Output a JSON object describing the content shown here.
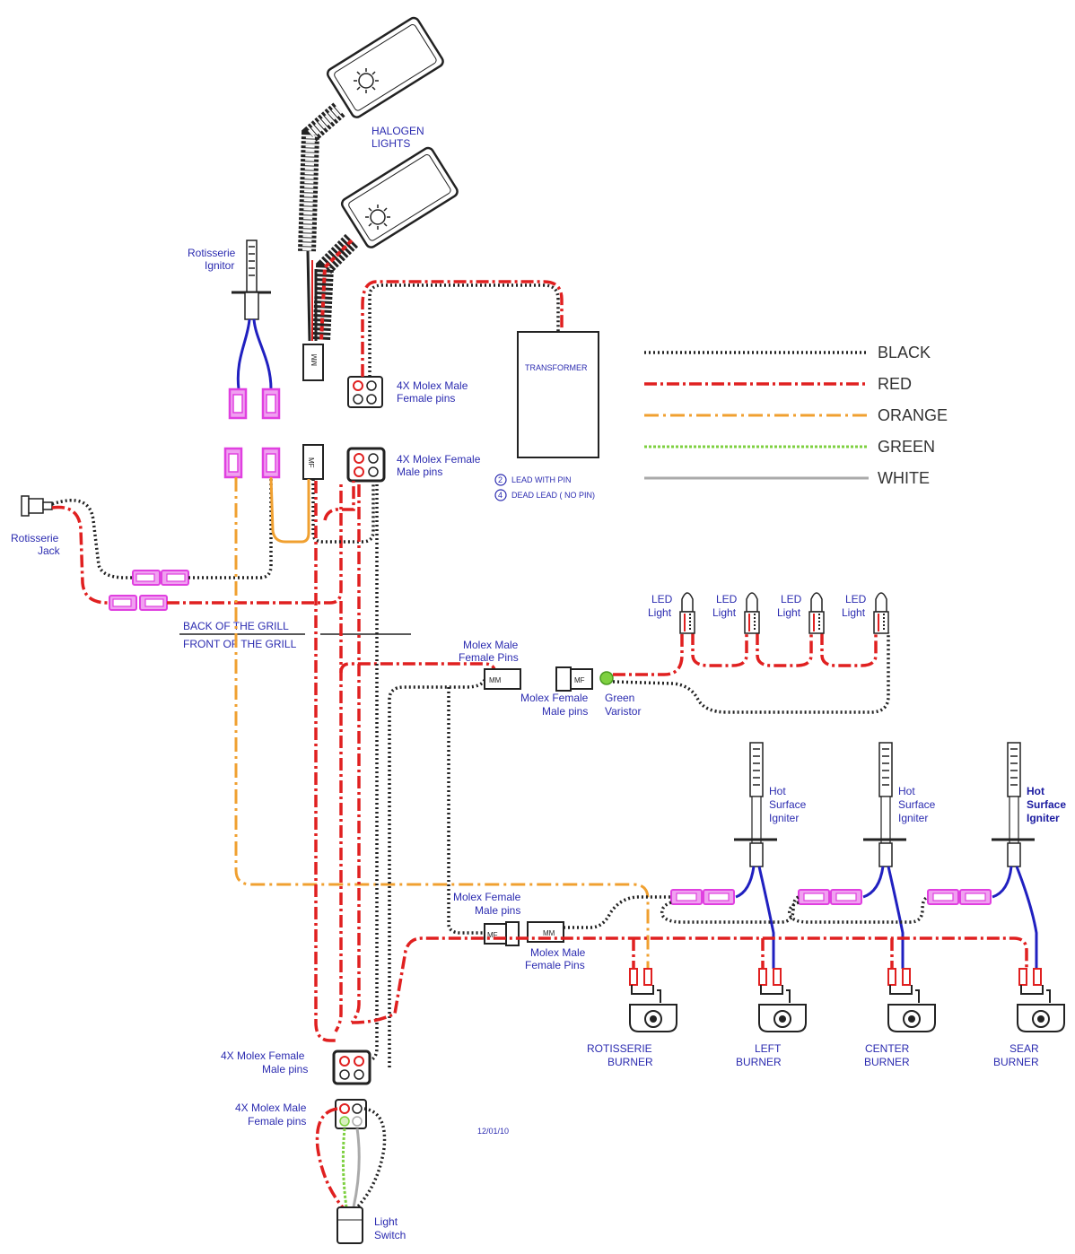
{
  "legend": {
    "black": "BLACK",
    "red": "RED",
    "orange": "ORANGE",
    "green": "GREEN",
    "white": "WHITE"
  },
  "colors": {
    "black": "#222222",
    "red": "#e02020",
    "orange": "#f0a030",
    "green": "#7ed040",
    "white": "#aaaaaa",
    "blue_wire": "#2020c0",
    "label": "#2b2bb0",
    "connector_pink": "#e040e0"
  },
  "labels": {
    "halogen_1": "HALOGEN",
    "halogen_2": "LIGHTS",
    "rot_igniter_1": "Rotisserie",
    "rot_igniter_2": "Ignitor",
    "rot_jack_1": "Rotisserie",
    "rot_jack_2": "Jack",
    "transformer": "TRANSFORMER",
    "molex_mf_top_1": "4X Molex Male",
    "molex_mf_top_2": "Female pins",
    "molex_fm_top_1": "4X Molex Female",
    "molex_fm_top_2": "Male pins",
    "lead_with_pin": "LEAD WITH PIN",
    "dead_lead": "DEAD LEAD   ( NO PIN)",
    "back_of_grill": "BACK OF THE GRILL",
    "front_of_grill": "FRONT OF THE GRILL",
    "molex_male_fp_1": "Molex Male",
    "molex_male_fp_2": "Female Pins",
    "molex_female_mp_1": "Molex Female",
    "molex_female_mp_2": "Male pins",
    "green_varistor_1": "Green",
    "green_varistor_2": "Varistor",
    "led": "LED",
    "light": "Light",
    "hot": "Hot",
    "surface": "Surface",
    "igniter": "Igniter",
    "molex_female_mp_b_1": "Molex Female",
    "molex_female_mp_b_2": "Male pins",
    "molex_male_fp_b_1": "Molex Male",
    "molex_male_fp_b_2": "Female Pins",
    "rot_burner_1": "ROTISSERIE",
    "rot_burner_2": "BURNER",
    "left_burner_1": "LEFT",
    "left_burner_2": "BURNER",
    "center_burner_1": "CENTER",
    "center_burner_2": "BURNER",
    "sear_burner_1": "SEAR",
    "sear_burner_2": "BURNER",
    "molex_fm_bottom_1": "4X Molex Female",
    "molex_fm_bottom_2": "Male pins",
    "molex_mf_bottom_1": "4X Molex Male",
    "molex_mf_bottom_2": "Female pins",
    "light_switch_1": "Light",
    "light_switch_2": "Switch",
    "date": "12/01/10",
    "tag_mm": "MM",
    "tag_mf": "MF",
    "num_2": "2",
    "num_4": "4"
  }
}
